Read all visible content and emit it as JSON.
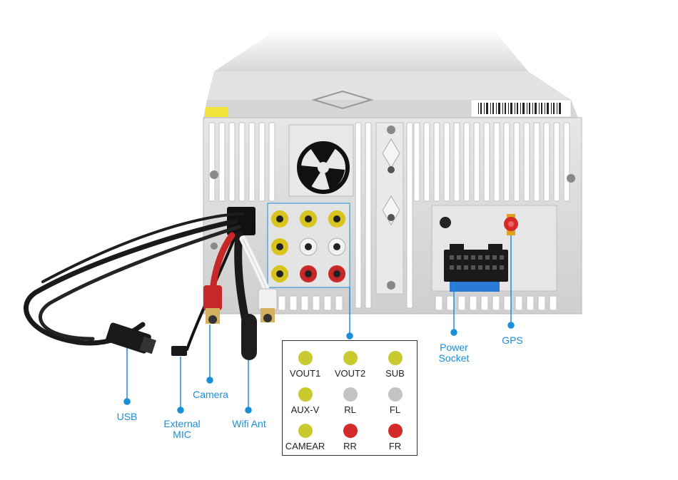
{
  "labels": {
    "usb": "USB",
    "external_mic_line1": "External",
    "external_mic_line2": "MIC",
    "camera": "Camera",
    "wifi_ant": "Wifi Ant",
    "power_socket_line1": "Power",
    "power_socket_line2": "Socket",
    "gps": "GPS"
  },
  "legend": [
    {
      "label": "VOUT1",
      "color": "#c9c930"
    },
    {
      "label": "VOUT2",
      "color": "#c9c930"
    },
    {
      "label": "SUB",
      "color": "#c9c930"
    },
    {
      "label": "AUX-V",
      "color": "#c9c930"
    },
    {
      "label": "RL",
      "color": "#c4c4c4"
    },
    {
      "label": "FL",
      "color": "#c4c4c4"
    },
    {
      "label": "CAMEAR",
      "color": "#c9c930"
    },
    {
      "label": "RR",
      "color": "#d42a2a"
    },
    {
      "label": "FR",
      "color": "#d42a2a"
    }
  ],
  "colors": {
    "callout": "#1a8fd8",
    "chassis": "#dcdcdc",
    "rca_yellow": "#d8c41c",
    "rca_red": "#c62828",
    "rca_white": "#f2f2f2"
  }
}
